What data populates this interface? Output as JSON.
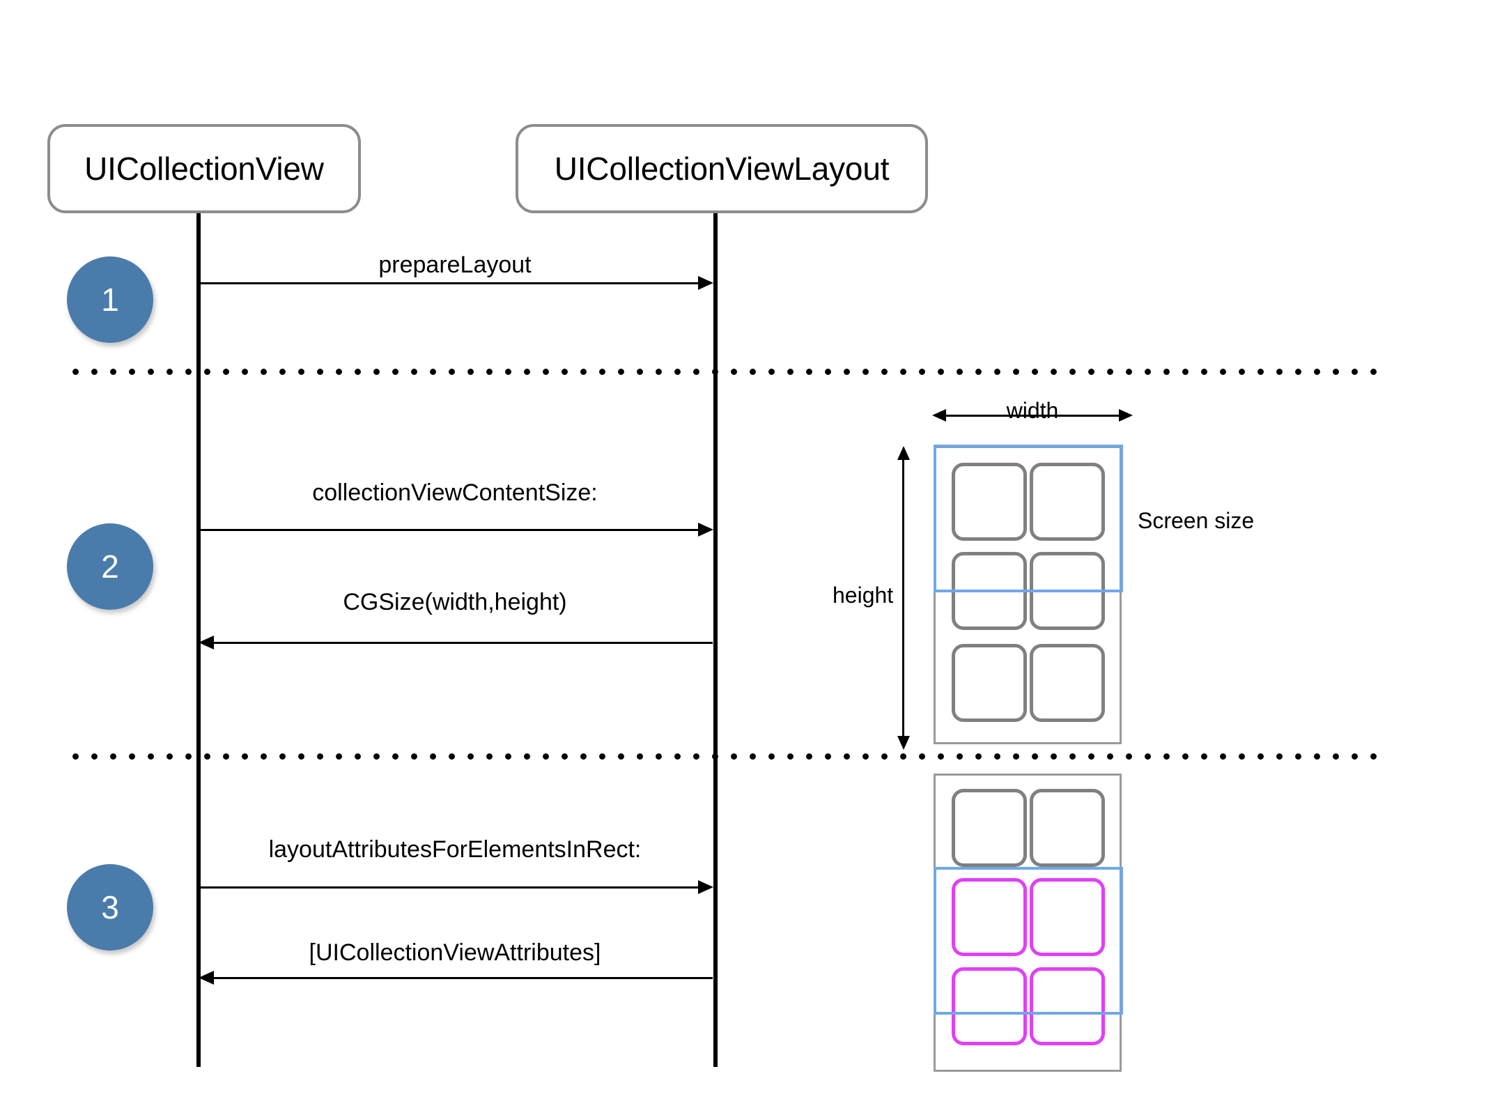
{
  "diagram": {
    "type": "uml-sequence-diagram",
    "title_participants": [
      {
        "id": "collection-view",
        "label": "UICollectionView"
      },
      {
        "id": "collection-view-layout",
        "label": "UICollectionViewLayout"
      }
    ],
    "steps": [
      {
        "number": "1",
        "messages": [
          {
            "label": "prepareLayout",
            "direction": "right"
          }
        ]
      },
      {
        "number": "2",
        "messages": [
          {
            "label": "collectionViewContentSize:",
            "direction": "right"
          },
          {
            "label": "CGSize(width,height)",
            "direction": "left"
          }
        ],
        "illustration": {
          "dimension_labels": {
            "width": "width",
            "height": "height"
          },
          "annotation": "Screen size",
          "grid_rows": 3,
          "grid_cols": 2,
          "highlighted_cells": []
        }
      },
      {
        "number": "3",
        "messages": [
          {
            "label": "layoutAttributesForElementsInRect:",
            "direction": "right"
          },
          {
            "label": "[UICollectionViewAttributes]",
            "direction": "left"
          }
        ],
        "illustration": {
          "grid_rows": 3,
          "grid_cols": 2,
          "highlighted_cells": [
            "r2c1",
            "r2c2",
            "r3c1",
            "r3c2"
          ]
        }
      }
    ],
    "colors": {
      "step_circle": "#4a7cab",
      "participant_border": "#8c8c8c",
      "cell_border": "#808080",
      "cell_highlight_border": "#e040f5",
      "screen_rect_border": "#6fa8e8",
      "content_rect_border": "#9a9a9a",
      "line": "#000000"
    }
  }
}
